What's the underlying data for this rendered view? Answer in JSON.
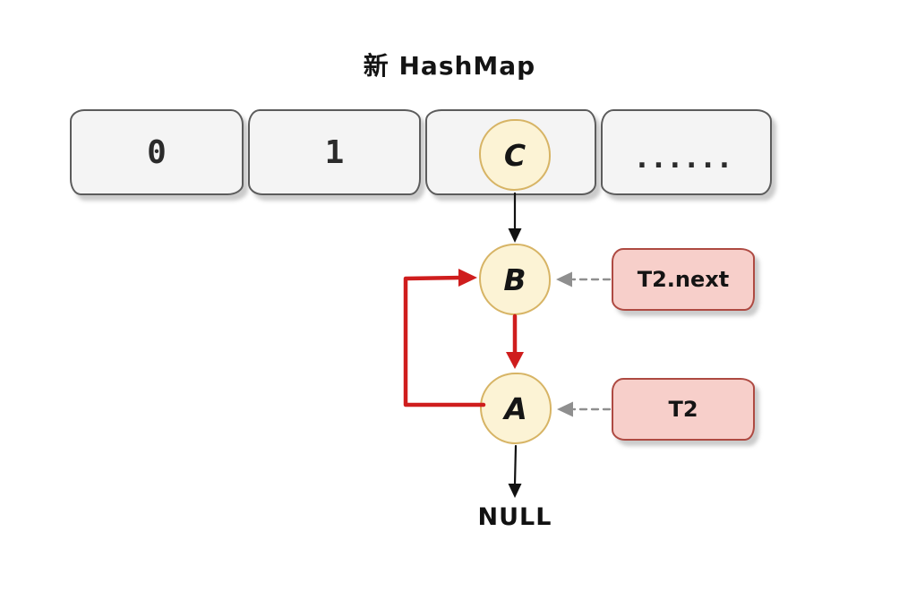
{
  "title": "新 HashMap",
  "buckets": [
    {
      "label": "0"
    },
    {
      "label": "1"
    },
    {
      "label": ""
    },
    {
      "label": "......"
    }
  ],
  "nodes": {
    "c": {
      "label": "C"
    },
    "b": {
      "label": "B"
    },
    "a": {
      "label": "A"
    }
  },
  "pointers": {
    "t2_next": {
      "label": "T2.next"
    },
    "t2": {
      "label": "T2"
    }
  },
  "terminal": {
    "label": "NULL"
  },
  "edges": [
    {
      "from": "C",
      "to": "B",
      "style": "solid-black-arrow"
    },
    {
      "from": "B",
      "to": "A",
      "style": "solid-red-arrow"
    },
    {
      "from": "A",
      "to": "B",
      "style": "solid-red-loop-arrow"
    },
    {
      "from": "A",
      "to": "NULL",
      "style": "solid-black-arrow"
    },
    {
      "from": "T2.next",
      "to": "B",
      "style": "dashed-gray-arrow"
    },
    {
      "from": "T2",
      "to": "A",
      "style": "dashed-gray-arrow"
    }
  ],
  "colors": {
    "bucket_fill": "#f4f4f4",
    "bucket_border": "#5c5c5c",
    "node_fill": "#fcf3d5",
    "node_border": "#d7b465",
    "pointer_fill": "#f7cfca",
    "pointer_border": "#ae4a42",
    "arrow_red": "#cf1d1d",
    "arrow_black": "#111111",
    "arrow_gray": "#8f8f8f",
    "background": "#ffffff"
  }
}
